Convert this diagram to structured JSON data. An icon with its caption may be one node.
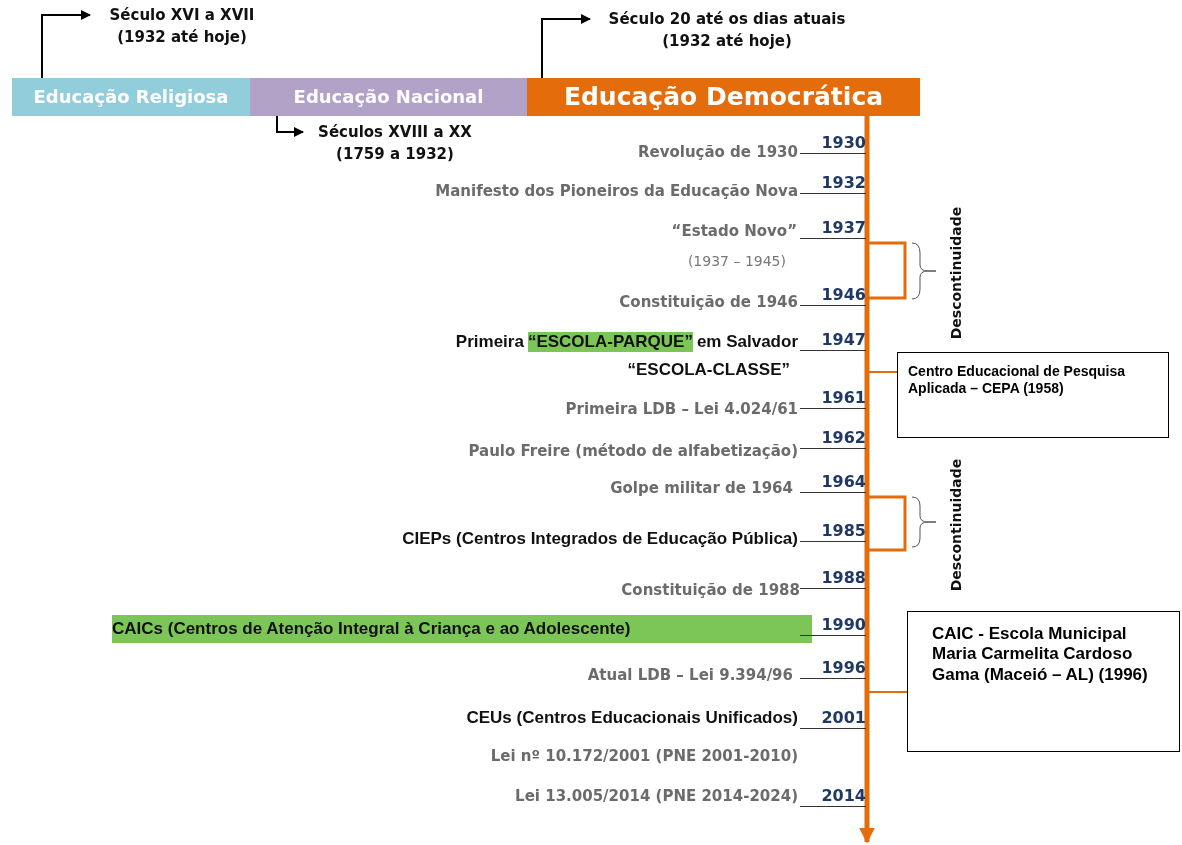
{
  "diagram": {
    "nodes": [
      {
        "text": [
          "Educação Religiosa"
        ]
      },
      {
        "text": [
          "Educação Nacional"
        ]
      },
      {
        "text": [
          "Educação Democrática"
        ]
      },
      {
        "text": [
          "Século XVI a XVII",
          "(1932 até hoje)"
        ]
      },
      {
        "text": [
          "Séculos XVIII a XX",
          "(1759 a 1932)"
        ]
      },
      {
        "text": [
          "Século 20 até os dias atuais",
          "(1932 até hoje)"
        ]
      },
      {
        "text": [
          "Centro Educacional de Pesquisa Aplicada – CEPA (1958)"
        ]
      },
      {
        "text": [
          "CAIC - Escola Municipal Maria Carmelita Cardoso Gama (Maceió – AL) (1996)"
        ]
      }
    ],
    "edges": [
      {
        "from": 0,
        "to": 3,
        "arrow": "to"
      },
      {
        "from": 1,
        "to": 4,
        "arrow": "to"
      },
      {
        "from": 2,
        "to": 5,
        "arrow": "to"
      },
      {
        "from": 2,
        "to": null,
        "arrow": "to",
        "style": "thick",
        "color": "#e46c0a"
      },
      {
        "from": null,
        "to": 6,
        "arrow": "none",
        "color": "#e46c0a"
      },
      {
        "from": null,
        "to": 7,
        "arrow": "none",
        "color": "#e46c0a"
      }
    ],
    "labels": [
      "Revolução de 1930",
      "1930",
      "Manifesto dos Pioneiros da Educação Nova",
      "1932",
      "“Estado Novo”",
      "1937",
      "(1937 – 1945)",
      "Descontinuidade",
      "Constituição de 1946",
      "1946",
      "Primeira",
      "“ESCOLA-PARQUE”",
      "em Salvador",
      "1947",
      "“ESCOLA-CLASSE”",
      "Primeira LDB – Lei 4.024/61",
      "1961",
      "Paulo Freire (método de alfabetização)",
      "1962",
      "Golpe militar de 1964",
      "1964",
      "Descontinuidade",
      "CIEPs (Centros Integrados de Educação Pública)",
      "1985",
      "Constituição de 1988",
      "1988",
      "CAICs (Centros de Atenção Integral à Criança e ao Adolescente)",
      "1990",
      "Atual LDB – Lei 9.394/96",
      "1996",
      "CEUs (Centros Educacionais Unificados)",
      "2001",
      "Lei nº 10.172/2001 (PNE 2001-2010)",
      "Lei 13.005/2014 (PNE 2014-2024)",
      "2014"
    ]
  }
}
